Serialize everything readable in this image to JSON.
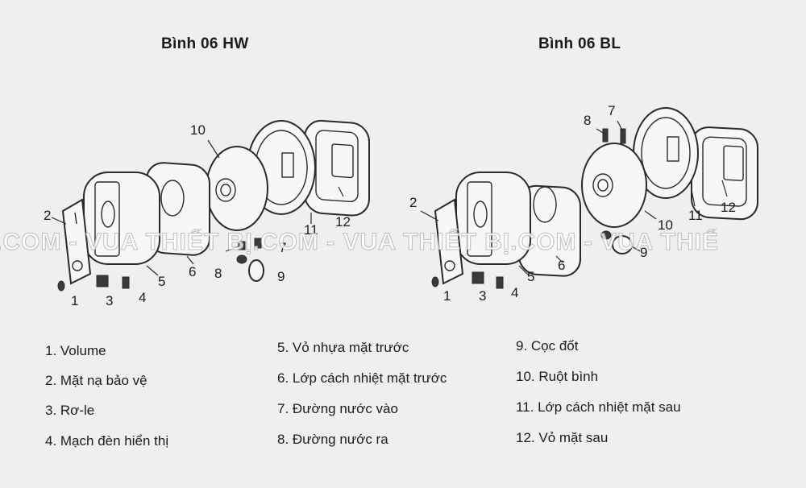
{
  "titles": {
    "hw": "Bình 06 HW",
    "bl": "Bình 06 BL"
  },
  "watermark": ".COM - VUA THIẾT BỊ.COM - VUA THIẾT BỊ.COM - VUA THIẾ",
  "labels_hw": [
    "1",
    "2",
    "3",
    "4",
    "5",
    "6",
    "7",
    "8",
    "9",
    "10",
    "11",
    "12"
  ],
  "labels_bl": [
    "1",
    "2",
    "3",
    "4",
    "5",
    "6",
    "7",
    "8",
    "9",
    "10",
    "11",
    "12"
  ],
  "legend": {
    "col1": [
      "1. Volume",
      "2. Mặt nạ bảo vệ",
      "3. Rơ-le",
      "4. Mạch đèn hiển thị"
    ],
    "col2": [
      "5. Vỏ nhựa mặt trước",
      "6. Lớp cách nhiệt mặt trước",
      "7.  Đường nước vào",
      "8. Đường nước ra"
    ],
    "col3": [
      "9. Cọc đốt",
      "10. Ruột bình",
      "11. Lớp cách nhiệt mặt sau",
      "12. Vỏ mặt sau"
    ]
  }
}
